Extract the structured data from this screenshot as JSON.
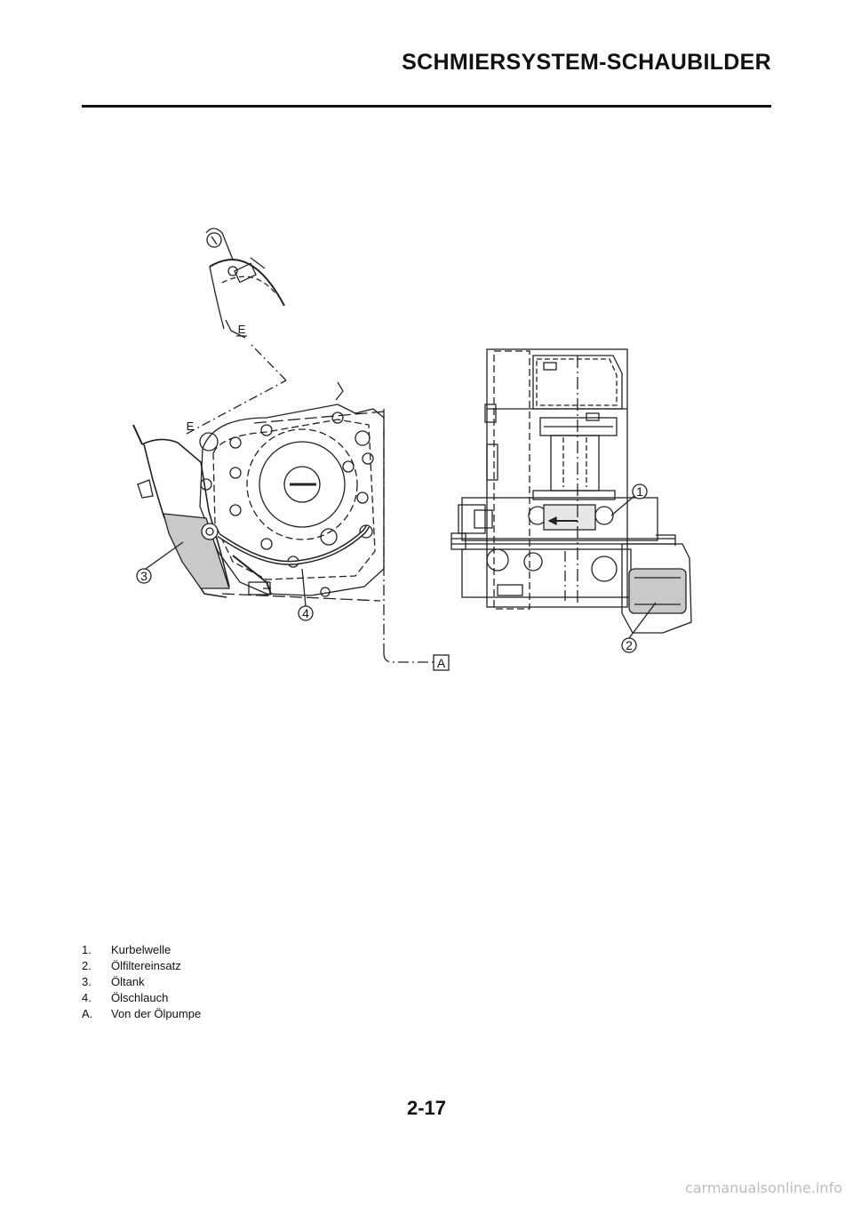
{
  "header": {
    "title": "SCHMIERSYSTEM-SCHAUBILDER"
  },
  "diagram": {
    "callouts": {
      "c1": "1",
      "c2": "2",
      "c3": "3",
      "c4": "4",
      "cA": "A"
    },
    "markers": {
      "e_top": "E",
      "e_mid": "E"
    }
  },
  "legend": {
    "items": [
      {
        "key": "1.",
        "text": "Kurbelwelle"
      },
      {
        "key": "2.",
        "text": "Ölfiltereinsatz"
      },
      {
        "key": "3.",
        "text": "Öltank"
      },
      {
        "key": "4.",
        "text": "Ölschlauch"
      },
      {
        "key": "A.",
        "text": "Von der Ölpumpe"
      }
    ]
  },
  "footer": {
    "page_number": "2-17",
    "watermark": "carmanualsonline.info"
  }
}
